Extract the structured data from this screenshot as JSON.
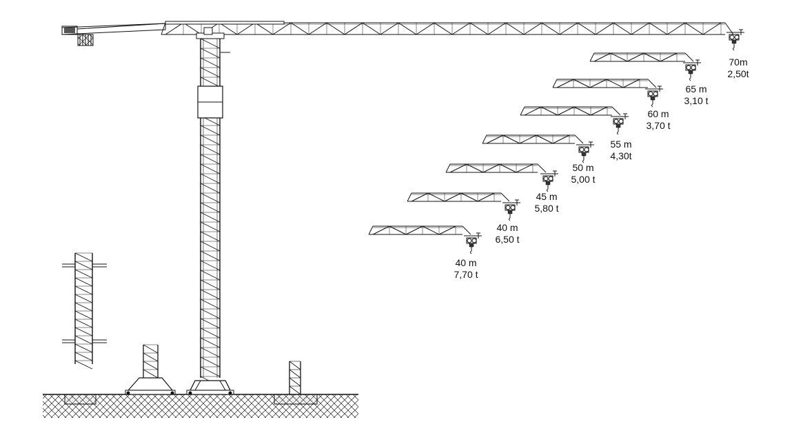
{
  "diagram": {
    "jib_variants": [
      {
        "length": "70m",
        "load": "2,50t"
      },
      {
        "length": "65 m",
        "load": "3,10 t"
      },
      {
        "length": "60 m",
        "load": "3,70 t"
      },
      {
        "length": "55 m",
        "load": "4,30t"
      },
      {
        "length": "50 m",
        "load": "5,00 t"
      },
      {
        "length": "45 m",
        "load": "5,80 t"
      },
      {
        "length": "40 m",
        "load": "6,50 t"
      },
      {
        "length": "40 m",
        "load": "7,70 t"
      }
    ]
  }
}
